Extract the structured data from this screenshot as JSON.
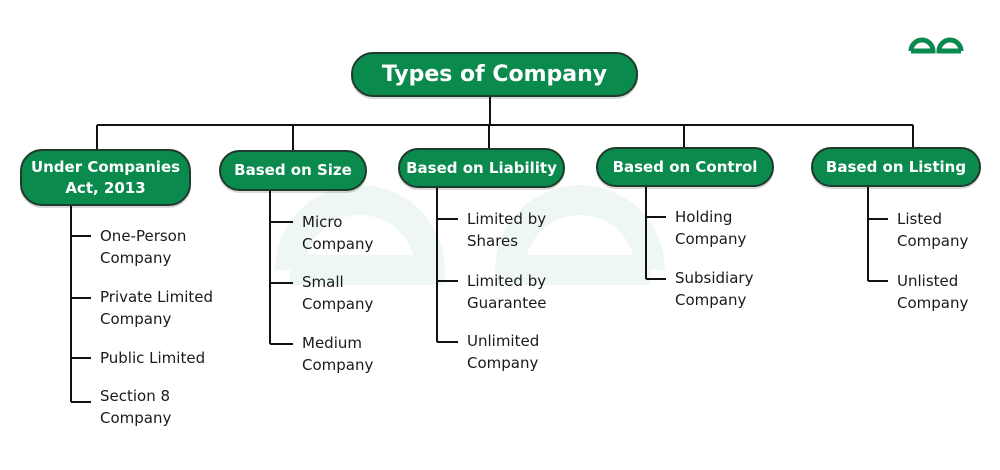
{
  "title": "Types of Company",
  "logo": {
    "icon": "geeksforgeeks-logo-icon",
    "color": "#0b8a4e"
  },
  "colors": {
    "node_fill": "#0b8a4e",
    "node_border": "#1f3b2c",
    "line": "#111111"
  },
  "categories": [
    {
      "label": "Under Companies\nAct, 2013",
      "items": [
        "One-Person\nCompany",
        "Private Limited\nCompany",
        "Public Limited",
        "Section 8\nCompany"
      ]
    },
    {
      "label": "Based on Size",
      "items": [
        "Micro\nCompany",
        "Small\nCompany",
        "Medium\nCompany"
      ]
    },
    {
      "label": "Based on Liability",
      "items": [
        "Limited by\nShares",
        "Limited by\nGuarantee",
        "Unlimited\nCompany"
      ]
    },
    {
      "label": "Based on Control",
      "items": [
        "Holding\nCompany",
        "Subsidiary\nCompany"
      ]
    },
    {
      "label": "Based on Listing",
      "items": [
        "Listed\nCompany",
        "Unlisted\nCompany"
      ]
    }
  ]
}
